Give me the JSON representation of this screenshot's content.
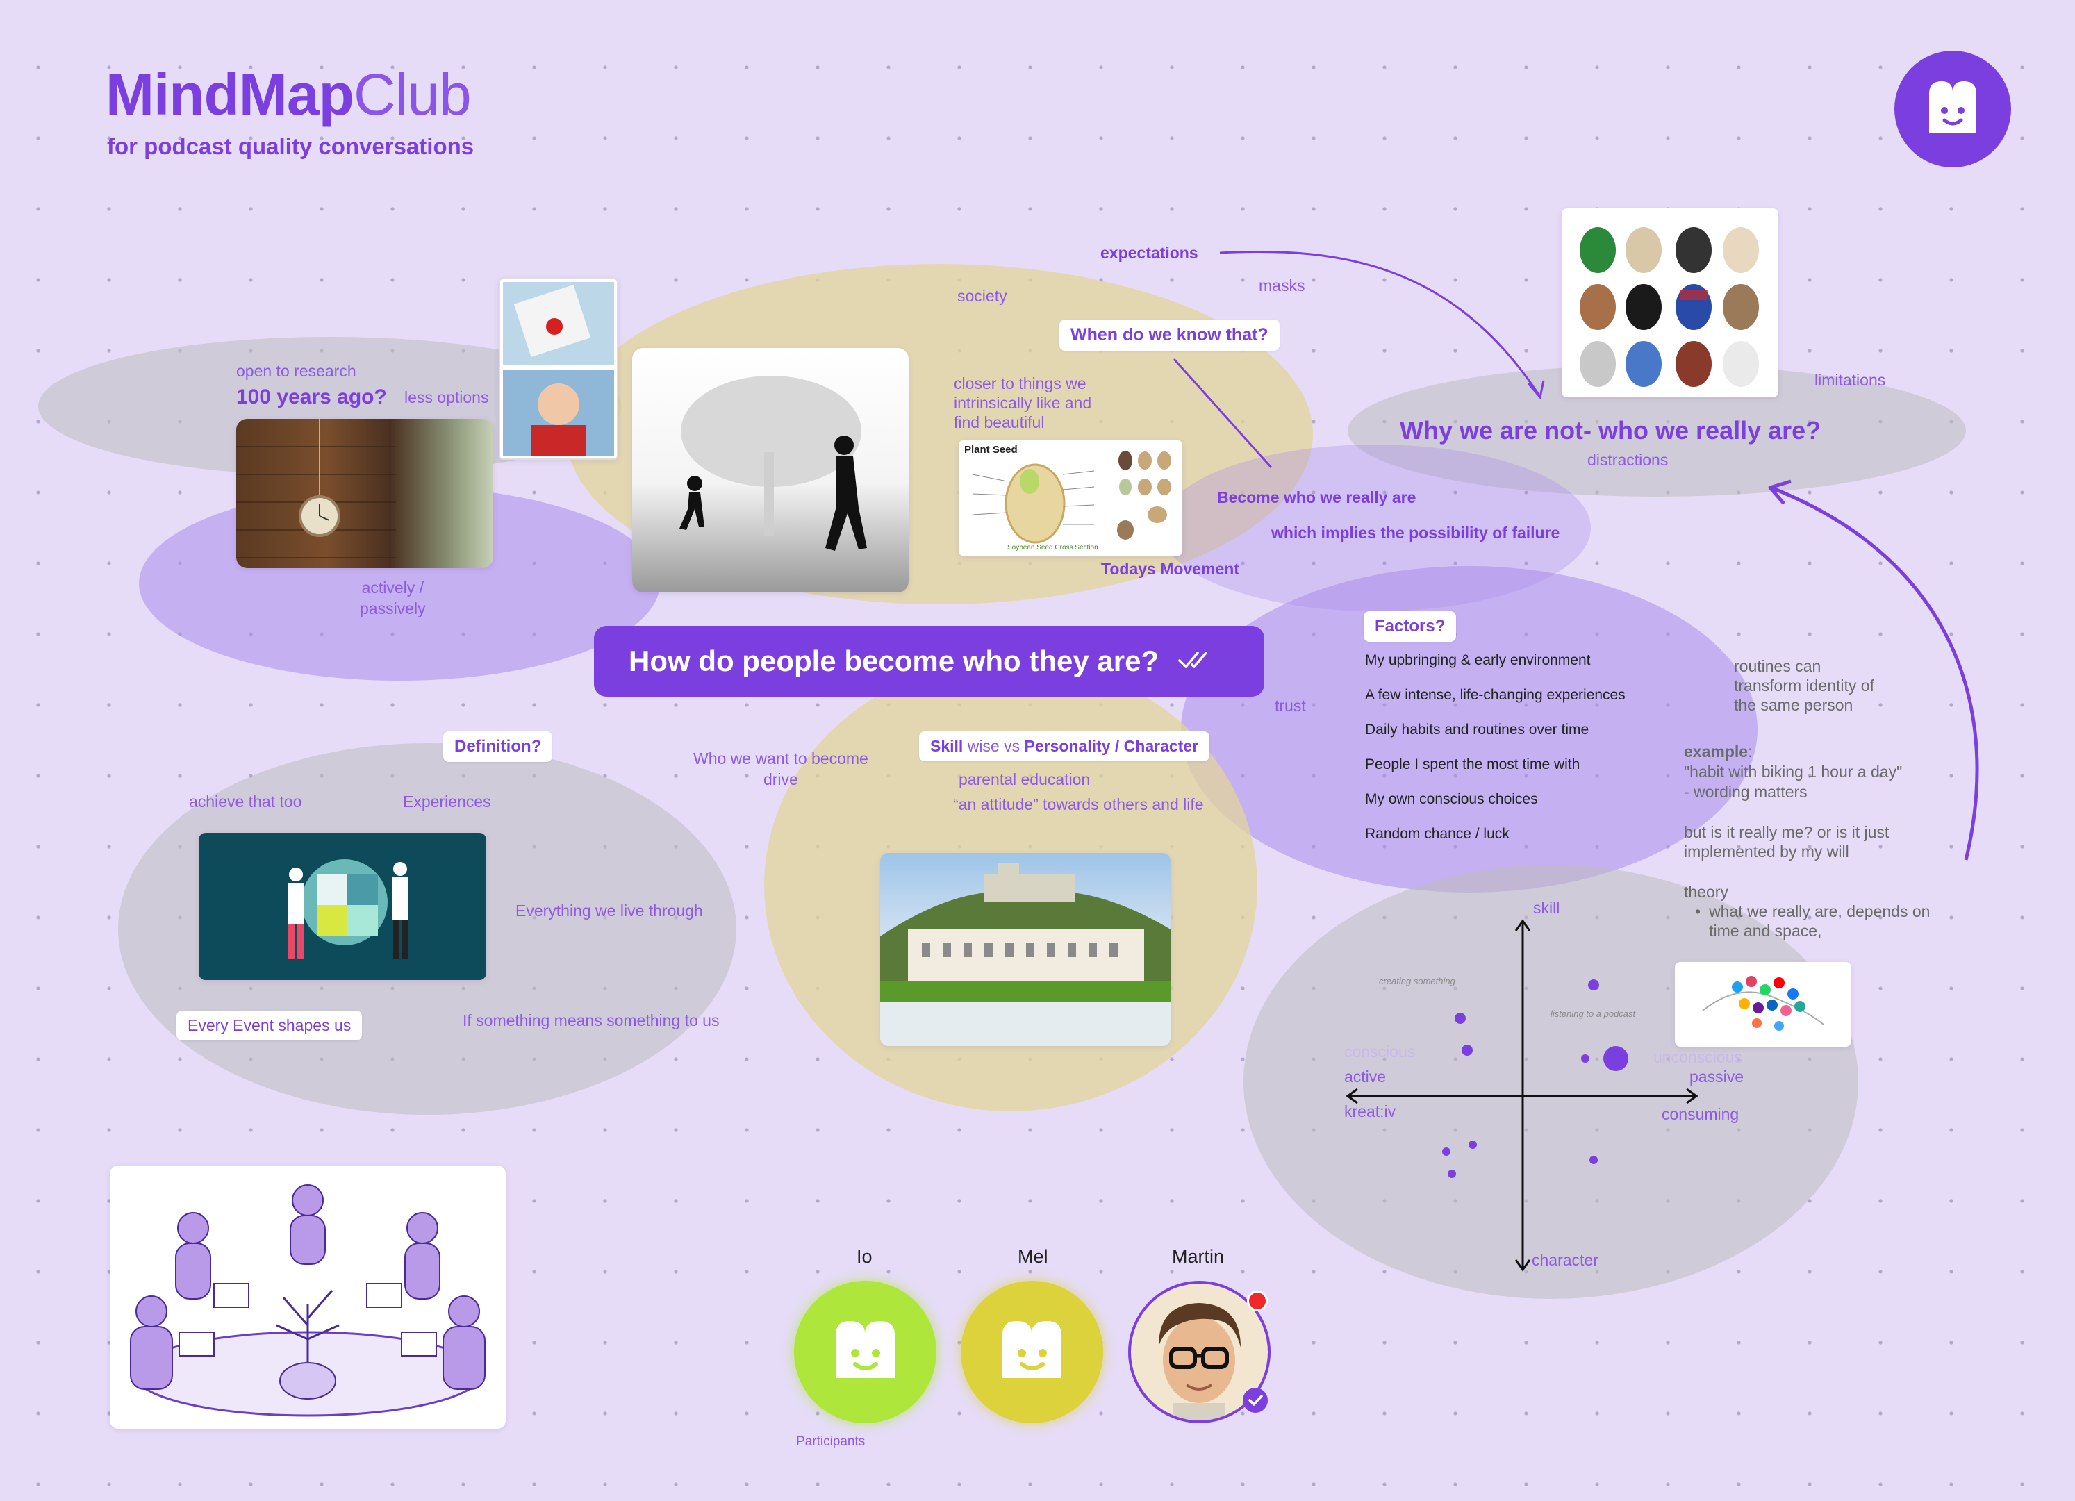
{
  "header": {
    "brand_bold": "MindMap",
    "brand_light": "Club",
    "tagline": "for podcast quality conversations",
    "logo_icon": "mindmap-face-icon"
  },
  "central_question": {
    "label": "How do people become who they are?",
    "icon": "double-check-icon"
  },
  "top_left": {
    "open_to_research": "open to research",
    "years_ago": "100 years ago?",
    "less_options": "less options",
    "actively": "actively /\npassively"
  },
  "top_center": {
    "society": "society",
    "expectations": "expectations",
    "masks": "masks",
    "when_know": "When do we know that?",
    "closer": "closer to things we\nintrinsically like and\nfind beautiful",
    "plant_seed_title": "Plant Seed",
    "todays_movement": "Todays Movement",
    "become_who": "Become who we really are",
    "implies_failure": "which implies the possibility of failure"
  },
  "top_right": {
    "why_not": "Why we are not- who we really are?",
    "distractions": "distractions",
    "limitations": "limitations"
  },
  "factors": {
    "title": "Factors?",
    "items": [
      "My upbringing & early environment",
      "A few intense, life-changing experiences",
      "Daily habits and routines over time",
      "People I spent the most time with",
      "My own conscious choices",
      "Random chance / luck"
    ],
    "trust": "trust"
  },
  "right_notes": {
    "routines": "routines can\ntransform identity of\nthe same person",
    "example_label": "example",
    "example_text": "\"habit with biking 1 hour a day\"\n- wording matters",
    "but_is_it": "but is it really me? or is it just\nimplemented by my will",
    "theory": "theory",
    "theory_bullet": "what we really are, depends on\ntime and space,"
  },
  "bottom_left": {
    "definition": "Definition?",
    "achieve": "achieve that too",
    "experiences": "Experiences",
    "everything": "Everything we live through",
    "every_event": "Every Event shapes us",
    "if_something": "If something means something to us"
  },
  "bottom_center": {
    "who_want": "Who we want to become\ndrive",
    "skill_bold1": "Skill",
    "skill_mid": " wise vs ",
    "skill_bold2": "Personality / Character",
    "parental": "parental education",
    "attitude": "“an attitude” towards others and life"
  },
  "quadrant": {
    "skill": "skill",
    "character": "character",
    "active": "active",
    "passive": "passive",
    "conscious": "conscious",
    "unconscious": "unconscious",
    "kreativ": "kreat:iv",
    "consuming": "consuming",
    "creating": "creating something",
    "listening": "listening to a podcast"
  },
  "participants": {
    "label": "Participants",
    "people": [
      {
        "name": "Io",
        "color": "#aee63c"
      },
      {
        "name": "Mel",
        "color": "#dcd23c"
      },
      {
        "name": "Martin",
        "color": "#f0e0c8"
      }
    ]
  },
  "colors": {
    "accent": "#7b3fe0",
    "background": "#e6dcf8"
  }
}
